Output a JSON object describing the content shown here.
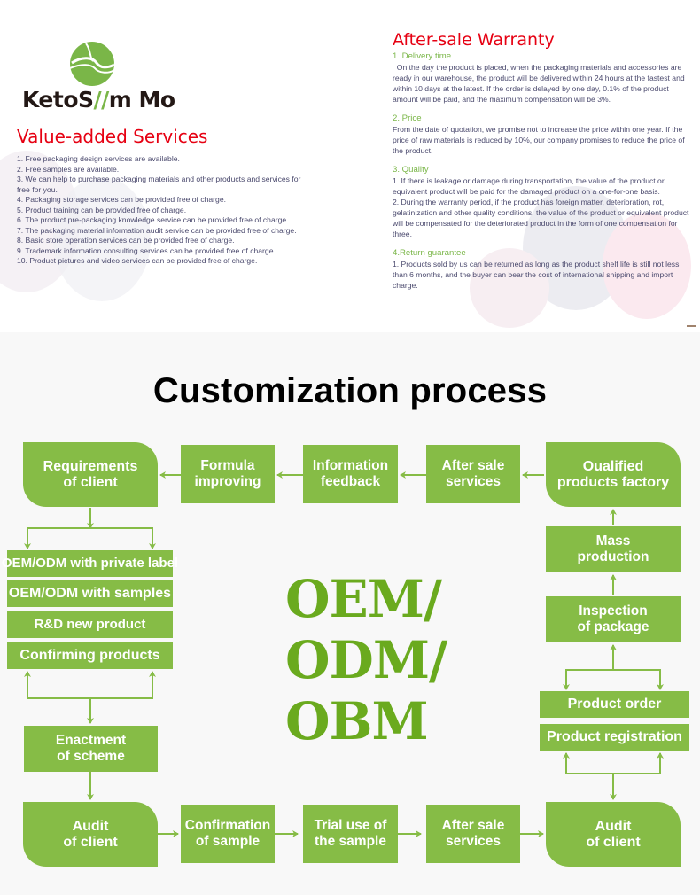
{
  "brand": {
    "logo_text_left": "KetoS",
    "logo_text_slash": "//",
    "logo_text_right": "m Mo",
    "accent_color": "#7ab648"
  },
  "value_added": {
    "title": "Value-added Services",
    "items": [
      "1. Free packaging design services are available.",
      "2. Free samples are available.",
      "3. We can help to purchase packaging materials and other products and services for free for you.",
      "4. Packaging storage services can be provided free of charge.",
      "5. Product training can be provided free of charge.",
      "6. The product pre-packaging knowledge service can be provided free of charge.",
      "7. The packaging material information audit service can be provided free of charge.",
      "8. Basic store operation services can be provided free of charge.",
      "9. Trademark information consulting services can be provided free of charge.",
      "10. Product pictures and video services can be provided free of charge."
    ]
  },
  "warranty": {
    "title": "After-sale Warranty",
    "sections": [
      {
        "heading": "1. Delivery time",
        "paragraphs": [
          "  On the day the product is placed, when the packaging materials and accessories are ready in our warehouse, the product will be delivered within 24 hours at the fastest and within 10 days at the latest. If the order is delayed by one day, 0.1% of the product amount will be paid, and the maximum compensation will be 3%."
        ]
      },
      {
        "heading": "2. Price",
        "paragraphs": [
          "From the date of quotation, we promise not to increase the price within one year. If the price of raw materials is reduced by 10%, our company promises to reduce the price of the product."
        ]
      },
      {
        "heading": "3. Quality",
        "paragraphs": [
          "1. If there is leakage or damage during transportation, the value of the product or equivalent product will be paid for the damaged product on a one-for-one basis.",
          "2. During the warranty period, if the product has foreign matter, deterioration, rot, gelatinization and other quality conditions, the value of the product or equivalent product will be compensated for the deteriorated product in the form of one compensation for three."
        ]
      },
      {
        "heading": "4.Return guarantee",
        "paragraphs": [
          "1. Products sold by us can be returned as long as the product shelf life is still not less than 6 months, and the buyer can bear the cost of international shipping and import charge."
        ]
      }
    ]
  },
  "process": {
    "title": "Customization process",
    "center_text": "OEM/\nODM/\nOBM",
    "box_color": "#86bc46",
    "steps": {
      "requirements": "Requirements\nof client",
      "formula": "Formula\nimproving",
      "info_feedback": "Information\nfeedback",
      "after_sale_top": "After sale\nservices",
      "qualified_factory": "Oualified\nproducts factory",
      "oem_private": "OEM/ODM with private label",
      "oem_samples": "OEM/ODM with samples",
      "rd_new": "R&D new product",
      "confirming": "Confirming products",
      "enactment": "Enactment\nof scheme",
      "audit_left": "Audit\nof client",
      "confirmation_sample": "Confirmation\nof sample",
      "trial_use": "Trial use of\nthe sample",
      "after_sale_bottom": "After sale\nservices",
      "audit_right": "Audit\nof client",
      "mass_production": "Mass\nproduction",
      "inspection": "Inspection\nof package",
      "product_order": "Product order",
      "product_registration": "Product registration"
    }
  }
}
